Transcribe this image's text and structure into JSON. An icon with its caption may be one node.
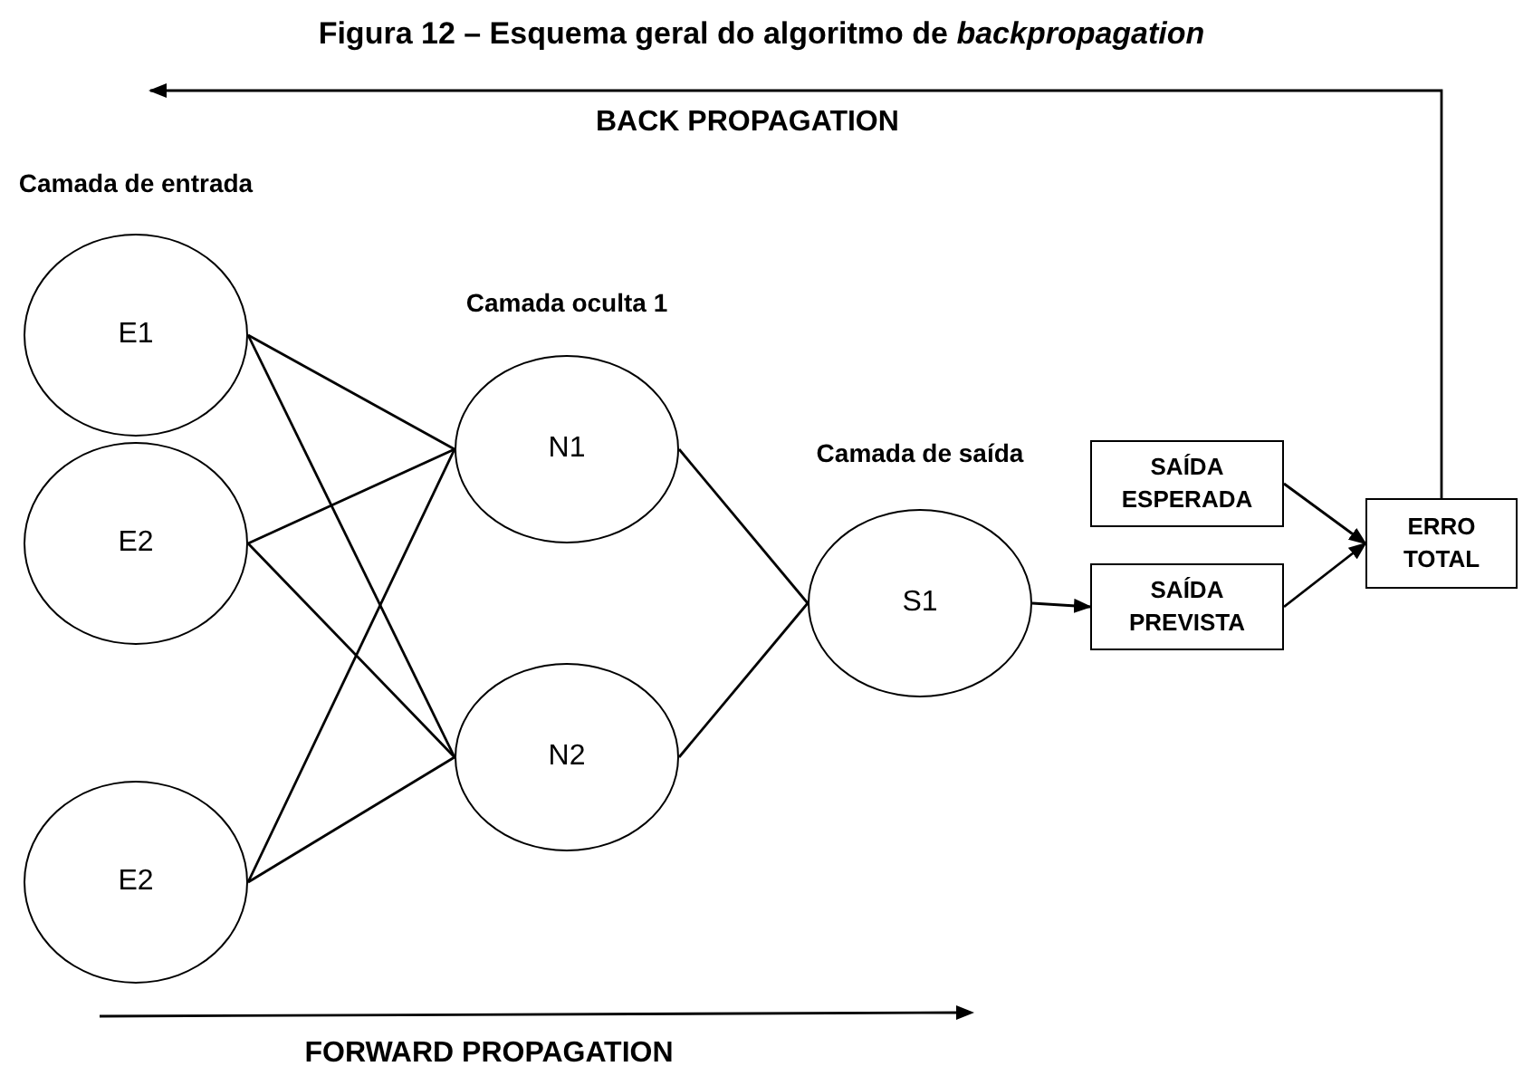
{
  "diagram": {
    "title": "Figura 12 – Esquema geral do algoritmo de *backpropagation*",
    "nodes": [
      {
        "text": [
          "E1"
        ]
      },
      {
        "text": [
          "E2"
        ]
      },
      {
        "text": [
          "E2"
        ]
      },
      {
        "text": [
          "N1"
        ]
      },
      {
        "text": [
          "N2"
        ]
      },
      {
        "text": [
          "S1"
        ]
      },
      {
        "text": [
          "SAÍDA ESPERADA"
        ]
      },
      {
        "text": [
          "SAÍDA PREVISTA"
        ]
      },
      {
        "text": [
          "ERRO TOTAL"
        ]
      }
    ],
    "edges": [
      {
        "from": 0,
        "to": 3,
        "arrow": "none"
      },
      {
        "from": 0,
        "to": 4,
        "arrow": "none"
      },
      {
        "from": 1,
        "to": 3,
        "arrow": "none"
      },
      {
        "from": 1,
        "to": 4,
        "arrow": "none"
      },
      {
        "from": 2,
        "to": 3,
        "arrow": "none"
      },
      {
        "from": 2,
        "to": 4,
        "arrow": "none"
      },
      {
        "from": 3,
        "to": 5,
        "arrow": "none"
      },
      {
        "from": 4,
        "to": 5,
        "arrow": "none"
      },
      {
        "from": 5,
        "to": 7,
        "arrow": "to"
      },
      {
        "from": 6,
        "to": 8,
        "arrow": "to"
      },
      {
        "from": 7,
        "to": 8,
        "arrow": "to"
      },
      {
        "from": 8,
        "to": null,
        "arrow": "to",
        "label": "BACK PROPAGATION"
      }
    ],
    "labels": [
      "Camada de entrada",
      "Camada oculta 1",
      "Camada de saída",
      "FORWARD PROPAGATION"
    ]
  }
}
